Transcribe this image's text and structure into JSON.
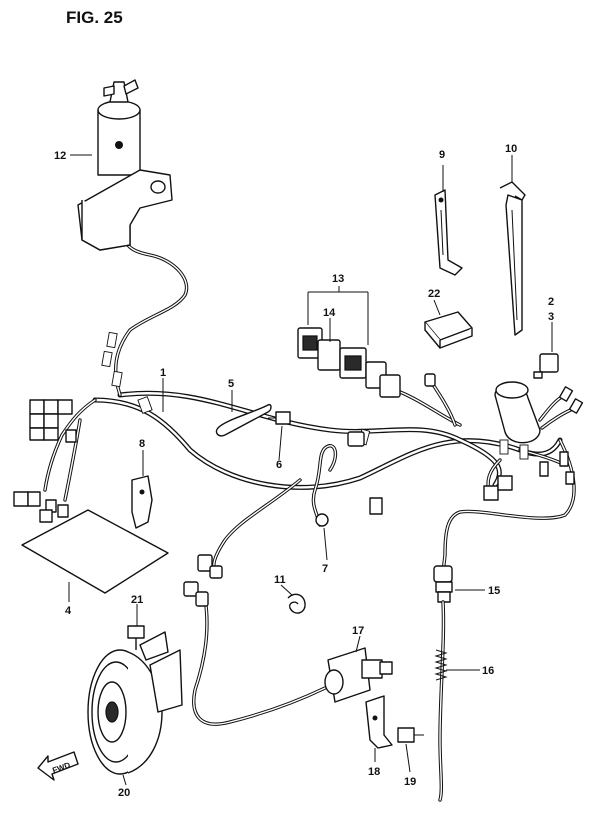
{
  "figure": {
    "title": "FIG. 25"
  },
  "callouts": [
    {
      "id": "c1",
      "label": "1"
    },
    {
      "id": "c2",
      "label": "2"
    },
    {
      "id": "c3",
      "label": "3"
    },
    {
      "id": "c4",
      "label": "4"
    },
    {
      "id": "c5",
      "label": "5"
    },
    {
      "id": "c6",
      "label": "6"
    },
    {
      "id": "c7",
      "label": "7"
    },
    {
      "id": "c8",
      "label": "8"
    },
    {
      "id": "c9",
      "label": "9"
    },
    {
      "id": "c10",
      "label": "10"
    },
    {
      "id": "c11",
      "label": "11"
    },
    {
      "id": "c12",
      "label": "12"
    },
    {
      "id": "c13",
      "label": "13"
    },
    {
      "id": "c14",
      "label": "14"
    },
    {
      "id": "c15",
      "label": "15"
    },
    {
      "id": "c16",
      "label": "16"
    },
    {
      "id": "c17",
      "label": "17"
    },
    {
      "id": "c18",
      "label": "18"
    },
    {
      "id": "c19",
      "label": "19"
    },
    {
      "id": "c20",
      "label": "20"
    },
    {
      "id": "c21",
      "label": "21"
    },
    {
      "id": "c22",
      "label": "22"
    }
  ],
  "direction_marker": {
    "text": "FWD",
    "icon": "forward-arrow-icon"
  }
}
